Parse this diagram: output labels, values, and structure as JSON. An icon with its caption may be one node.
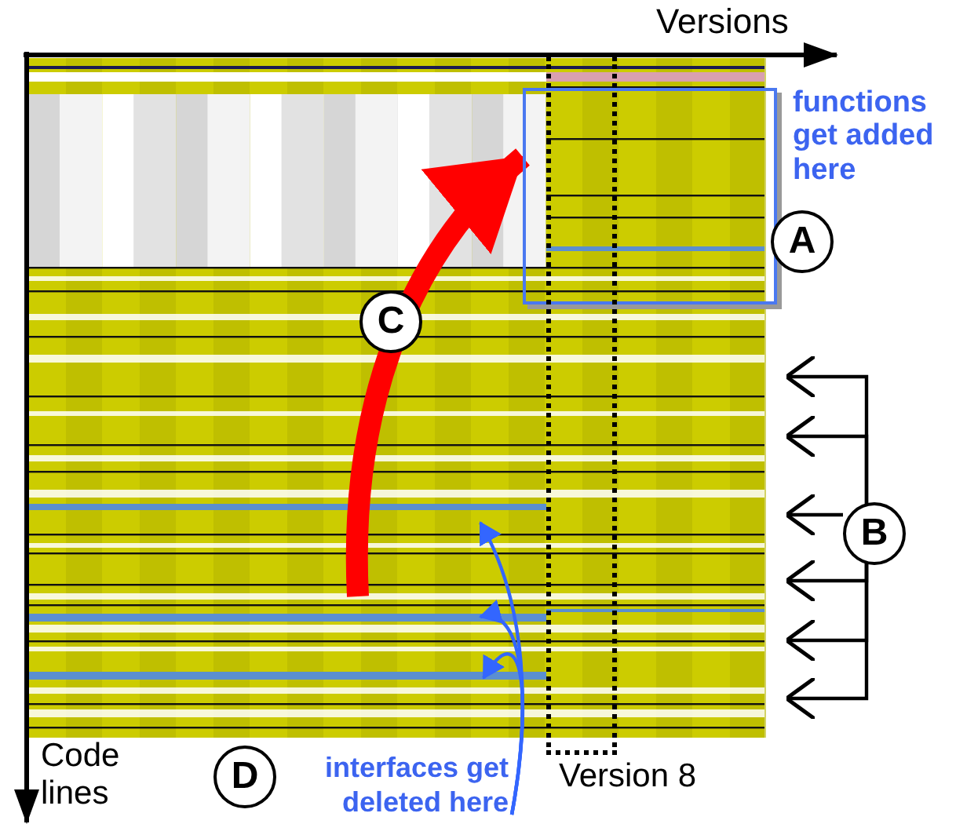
{
  "diagram": {
    "nodes": [
      {
        "text": [],
        "shape": "box"
      },
      {
        "text": [
          "A"
        ]
      },
      {
        "text": [
          "B"
        ]
      },
      {
        "text": [
          "C"
        ]
      },
      {
        "text": [
          "D"
        ]
      },
      {
        "text": [
          "interfaces get deleted here"
        ]
      },
      {
        "text": [],
        "shape": "box",
        "beside": [
          "Version 8"
        ]
      }
    ],
    "edges": [
      {
        "from": null,
        "to": 0,
        "arrow": "to",
        "style": "thick",
        "color": "#ff0000"
      },
      {
        "from": 2,
        "to": null,
        "arrow": "to"
      },
      {
        "from": 2,
        "to": null,
        "arrow": "to"
      },
      {
        "from": 2,
        "to": null,
        "arrow": "to"
      },
      {
        "from": 2,
        "to": null,
        "arrow": "to"
      },
      {
        "from": 2,
        "to": null,
        "arrow": "to"
      },
      {
        "from": 2,
        "to": null,
        "arrow": "to"
      },
      {
        "from": 5,
        "to": null,
        "arrow": "to",
        "color": "#3366ff"
      },
      {
        "from": 5,
        "to": null,
        "arrow": "to",
        "color": "#3366ff"
      },
      {
        "from": 5,
        "to": null,
        "arrow": "to",
        "color": "#3366ff"
      }
    ],
    "labels": [
      "Versions",
      "Code lines",
      "functions get added here"
    ]
  }
}
